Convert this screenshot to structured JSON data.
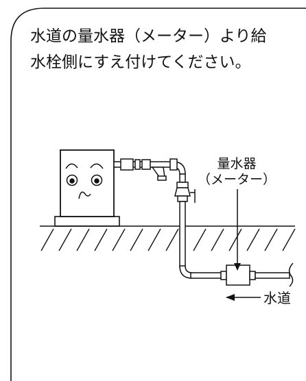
{
  "instruction": {
    "line1": "水道の量水器（メーター）より給",
    "line2": "水栓側にすえ付けてください。"
  },
  "labels": {
    "meter_line1": "量水器",
    "meter_line2": "（メーター）",
    "water_supply": "水道"
  }
}
